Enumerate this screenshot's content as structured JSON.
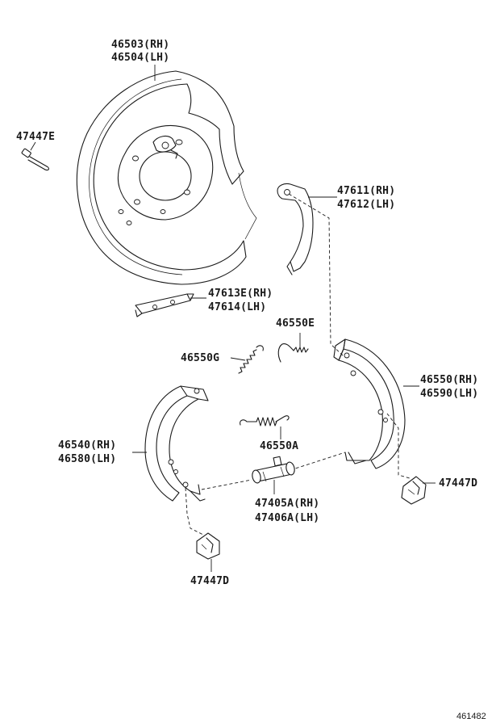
{
  "labels": {
    "p46503": "46503(RH)",
    "p46504": "46504(LH)",
    "p47447E": "47447E",
    "p47611": "47611(RH)",
    "p47612": "47612(LH)",
    "p47613E": "47613E(RH)",
    "p47614": "47614(LH)",
    "p46550E": "46550E",
    "p46550G": "46550G",
    "p46550": "46550(RH)",
    "p46590": "46590(LH)",
    "p46550A": "46550A",
    "p46540": "46540(RH)",
    "p46580": "46580(LH)",
    "p47405A": "47405A(RH)",
    "p47406A": "47406A(LH)",
    "p47447D_right": "47447D",
    "p47447D_bottom": "47447D"
  },
  "figure_number": "461482"
}
